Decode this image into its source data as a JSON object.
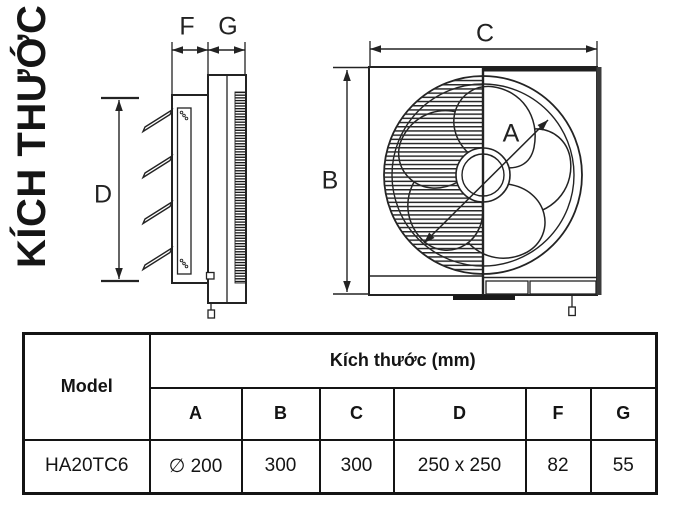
{
  "title": "KÍCH THƯỚC",
  "dims": {
    "f": "F",
    "g": "G",
    "c": "C",
    "b": "B",
    "d": "D",
    "a": "A"
  },
  "table": {
    "model_header": "Model",
    "dim_header": "Kích thước (mm)",
    "columns": [
      "A",
      "B",
      "C",
      "D",
      "F",
      "G"
    ],
    "rows": [
      {
        "model": "HA20TC6",
        "values": [
          "∅ 200",
          "300",
          "300",
          "250 x 250",
          "82",
          "55"
        ]
      }
    ]
  },
  "colors": {
    "line": "#232323",
    "text": "#1b1b1b"
  }
}
